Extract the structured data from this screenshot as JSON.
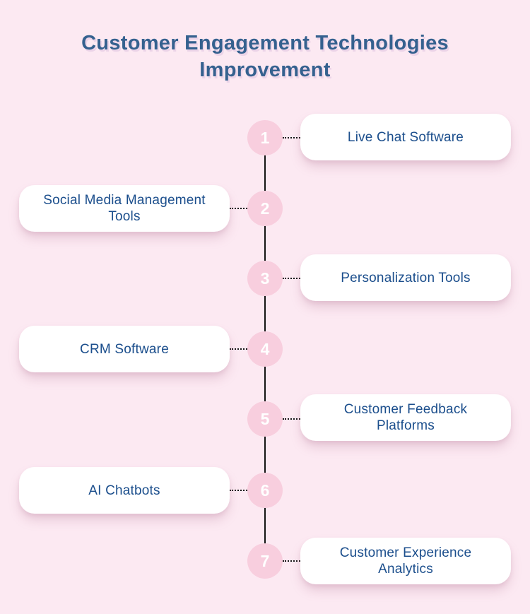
{
  "page": {
    "background_color": "#fce9f2"
  },
  "title": {
    "text": "Customer Engagement Technologies Improvement",
    "color": "#35618f"
  },
  "timeline": {
    "line_color": "#141414",
    "node_color": "#f8cede",
    "node_number_color": "#ffffff",
    "card_background": "#ffffff",
    "card_text_color": "#1b4e8c",
    "items": [
      {
        "number": "1",
        "label": "Live Chat Software",
        "side": "right"
      },
      {
        "number": "2",
        "label": "Social Media Management Tools",
        "side": "left"
      },
      {
        "number": "3",
        "label": "Personalization Tools",
        "side": "right"
      },
      {
        "number": "4",
        "label": "CRM Software",
        "side": "left"
      },
      {
        "number": "5",
        "label": "Customer Feedback Platforms",
        "side": "right"
      },
      {
        "number": "6",
        "label": "AI Chatbots",
        "side": "left"
      },
      {
        "number": "7",
        "label": "Customer Experience Analytics",
        "side": "right"
      }
    ]
  }
}
